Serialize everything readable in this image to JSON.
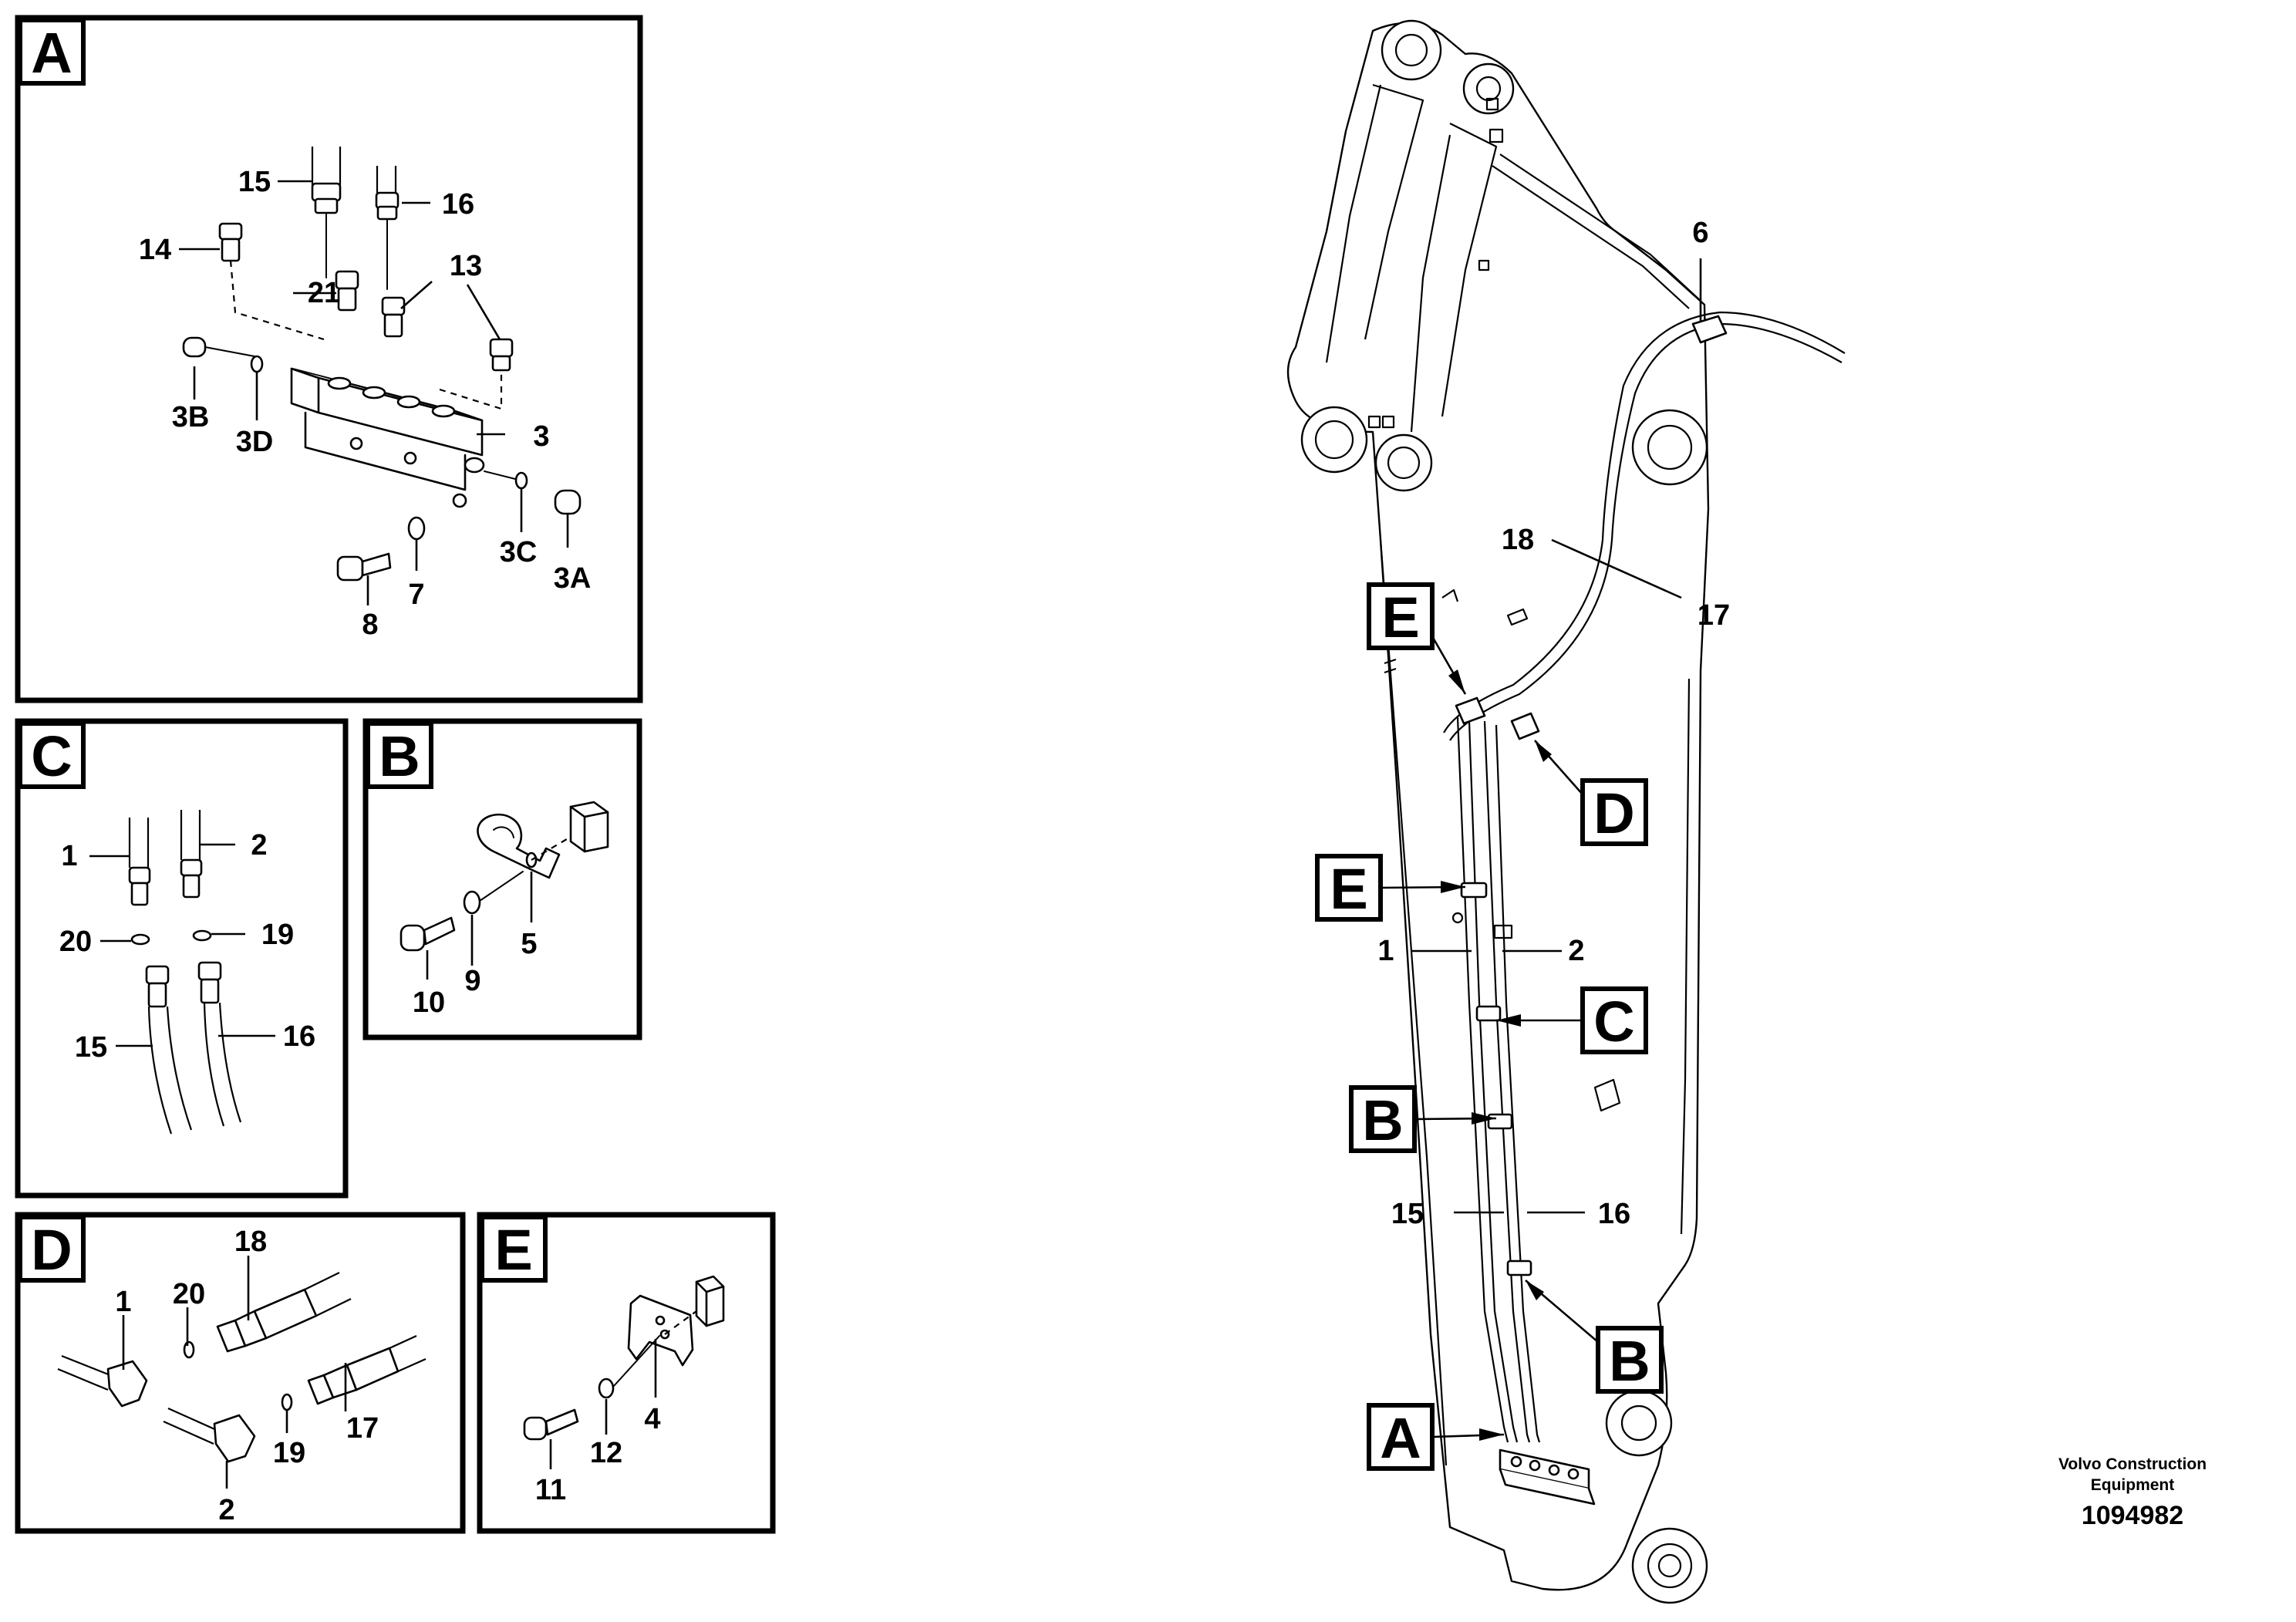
{
  "panels": {
    "A": {
      "letter": "A",
      "parts": [
        "15",
        "16",
        "14",
        "13",
        "21",
        "3B",
        "3D",
        "3",
        "3C",
        "3A",
        "8",
        "7"
      ]
    },
    "C": {
      "letter": "C",
      "parts": [
        "1",
        "2",
        "20",
        "19",
        "15",
        "16"
      ]
    },
    "B": {
      "letter": "B",
      "parts": [
        "5",
        "9",
        "10"
      ]
    },
    "D": {
      "letter": "D",
      "parts": [
        "18",
        "1",
        "20",
        "17",
        "19",
        "2"
      ]
    },
    "E": {
      "letter": "E",
      "parts": [
        "4",
        "12",
        "11"
      ]
    }
  },
  "main_view": {
    "callouts": [
      "E",
      "D",
      "E",
      "C",
      "B",
      "B",
      "A"
    ],
    "part_numbers": [
      "6",
      "18",
      "17",
      "1",
      "2",
      "15",
      "16"
    ]
  },
  "footer": {
    "company_line1": "Volvo Construction",
    "company_line2": "Equipment",
    "drawing_number": "1094982"
  }
}
